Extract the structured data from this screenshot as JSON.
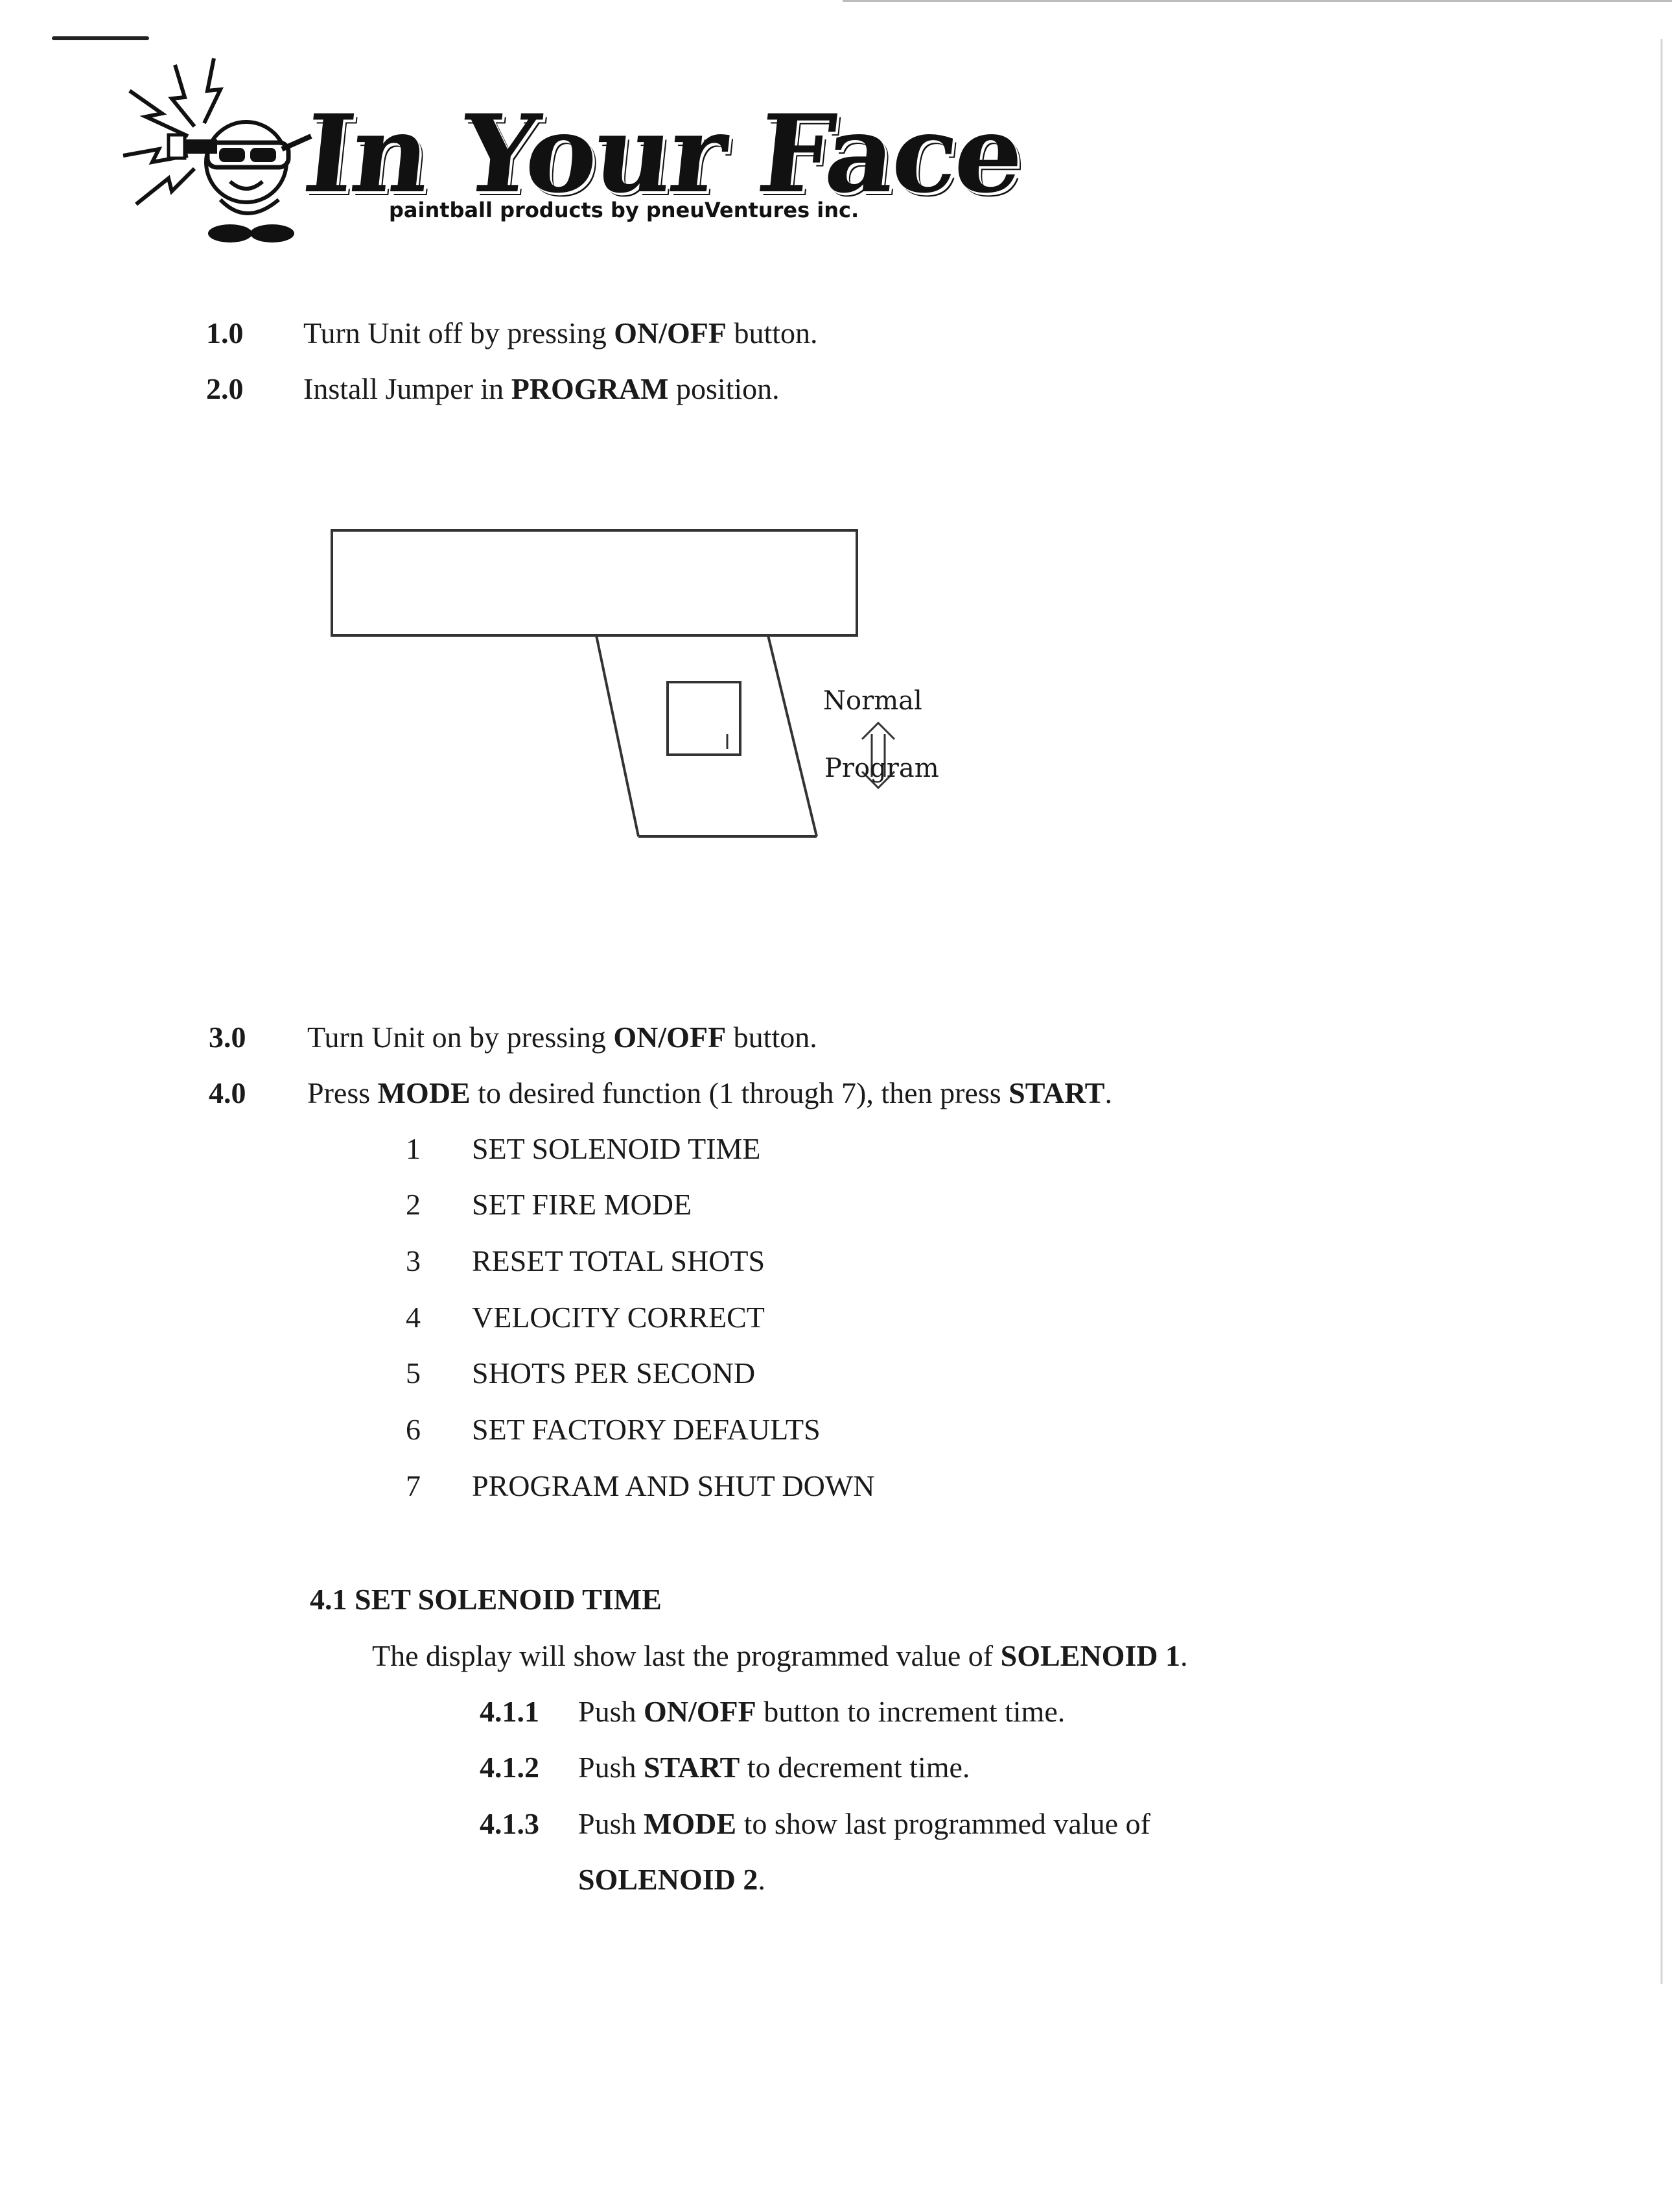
{
  "logo": {
    "brand": "In Your Face",
    "tagline": "paintball products by pneuVentures inc."
  },
  "steps_top": [
    {
      "num": "1.0",
      "pre": "Turn Unit off by pressing ",
      "bold": "ON/OFF",
      "post": " button."
    },
    {
      "num": "2.0",
      "pre": "Install Jumper in ",
      "bold": "PROGRAM",
      "post": " position."
    }
  ],
  "diagram": {
    "label_top": "Normal",
    "label_bottom": "Program"
  },
  "steps_mid": [
    {
      "num": "3.0",
      "pre": "Turn Unit on by pressing ",
      "bold": "ON/OFF",
      "post": " button."
    },
    {
      "num": "4.0",
      "pre": "Press ",
      "bold": "MODE",
      "mid": " to desired function (1 through 7), then press ",
      "bold2": "START",
      "post": "."
    }
  ],
  "functions": [
    {
      "n": "1",
      "label": "SET SOLENOID TIME"
    },
    {
      "n": "2",
      "label": "SET FIRE MODE"
    },
    {
      "n": "3",
      "label": "RESET TOTAL SHOTS"
    },
    {
      "n": "4",
      "label": "VELOCITY CORRECT"
    },
    {
      "n": "5",
      "label": "SHOTS PER SECOND"
    },
    {
      "n": "6",
      "label": "SET FACTORY DEFAULTS"
    },
    {
      "n": "7",
      "label": "PROGRAM AND SHUT DOWN"
    }
  ],
  "section_4_1": {
    "heading": "4.1 SET SOLENOID TIME",
    "intro_pre": "The display will show last the programmed value of ",
    "intro_bold": "SOLENOID 1",
    "intro_post": ".",
    "substeps": [
      {
        "num": "4.1.1",
        "pre": "Push ",
        "bold": "ON/OFF",
        "post": " button to increment time."
      },
      {
        "num": "4.1.2",
        "pre": "Push ",
        "bold": "START",
        "post": " to decrement time."
      },
      {
        "num": "4.1.3",
        "pre": "Push ",
        "bold": "MODE",
        "post": " to show last programmed value of"
      }
    ],
    "continuation_bold": "SOLENOID 2",
    "continuation_post": "."
  }
}
